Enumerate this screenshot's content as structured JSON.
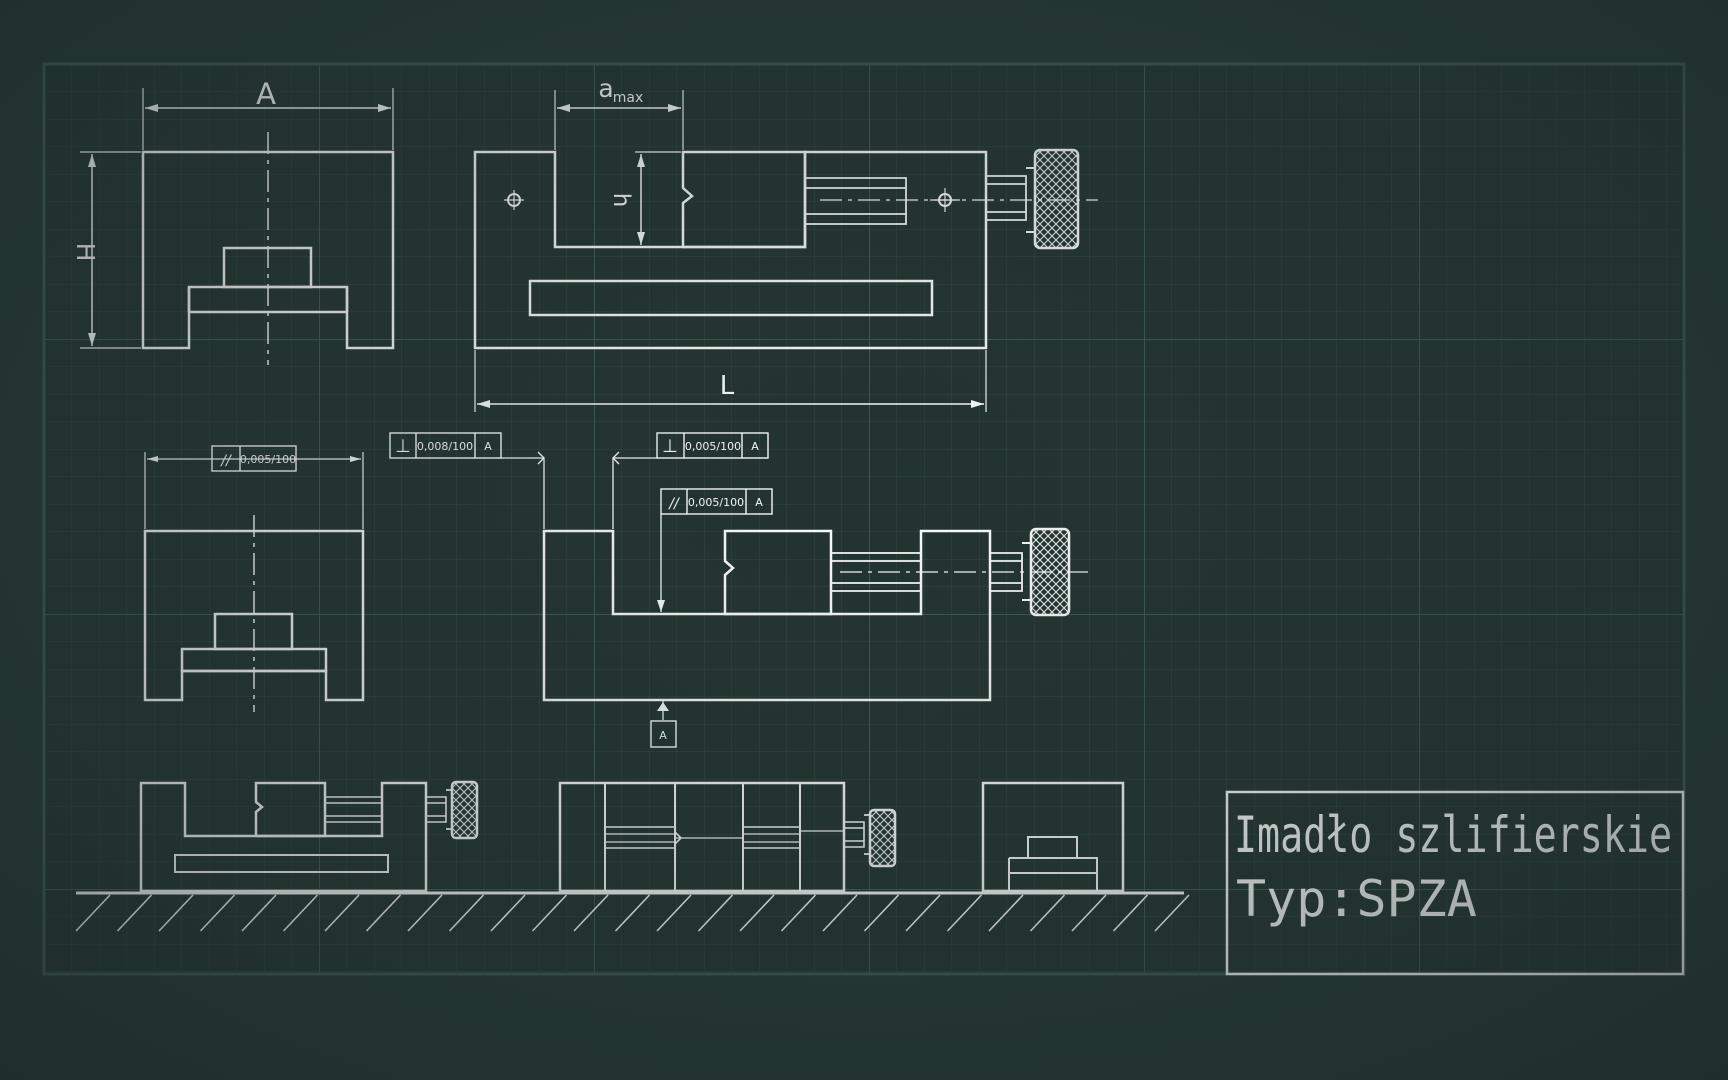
{
  "colors": {
    "background": "#253834",
    "sheet": "#22302d",
    "grid": "#35504a",
    "line": "#ffffff"
  },
  "icons": [
    "knurled-knob-icon",
    "pin-hole-icon",
    "hatched-ground-icon"
  ],
  "dimensions": {
    "A": "A",
    "H": "H",
    "h": "h",
    "a": "a",
    "a_sub": "max",
    "L": "L"
  },
  "tolerances": {
    "front_parallel": {
      "symbol": "//",
      "value": "0,005/100"
    },
    "perpendicular_1": {
      "symbol": "⊥",
      "value": "0,008/100",
      "datum": "A"
    },
    "perpendicular_2": {
      "symbol": "⊥",
      "value": "0,005/100",
      "datum": "A"
    },
    "jaw_parallel": {
      "symbol": "//",
      "value": "0,005/100",
      "datum": "A"
    },
    "datum_label": "A"
  },
  "title_block": {
    "line1": "Imadło szlifierskie",
    "line2": "Typ:SPZA"
  }
}
